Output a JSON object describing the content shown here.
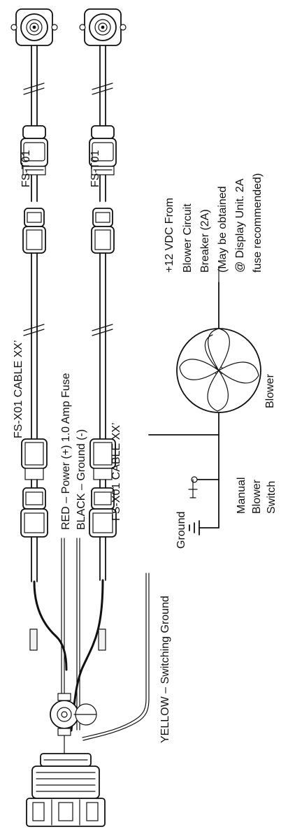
{
  "labels": {
    "sensor_left": "FS-T01",
    "sensor_right": "FS-T01",
    "cable_left": "FS-X01 CABLE XX’",
    "cable_right": "FS-X01 CABLE XX’",
    "red_wire": "RED – Power (+) 1.0 Amp Fuse",
    "black_wire": "BLACK – Ground (-)",
    "yellow_wire": "YELLOW – Switching Ground",
    "ground": "Ground",
    "switch_l1": "Manual",
    "switch_l2": "Blower",
    "switch_l3": "Switch",
    "blower": "Blower",
    "power_l1": "+12 VDC From",
    "power_l2": "Blower Circuit",
    "power_l3": "Breaker (2A)",
    "power_l4": "(May be obtained",
    "power_l5": "@ Display Unit. 2A",
    "power_l6": "fuse recommended)"
  }
}
